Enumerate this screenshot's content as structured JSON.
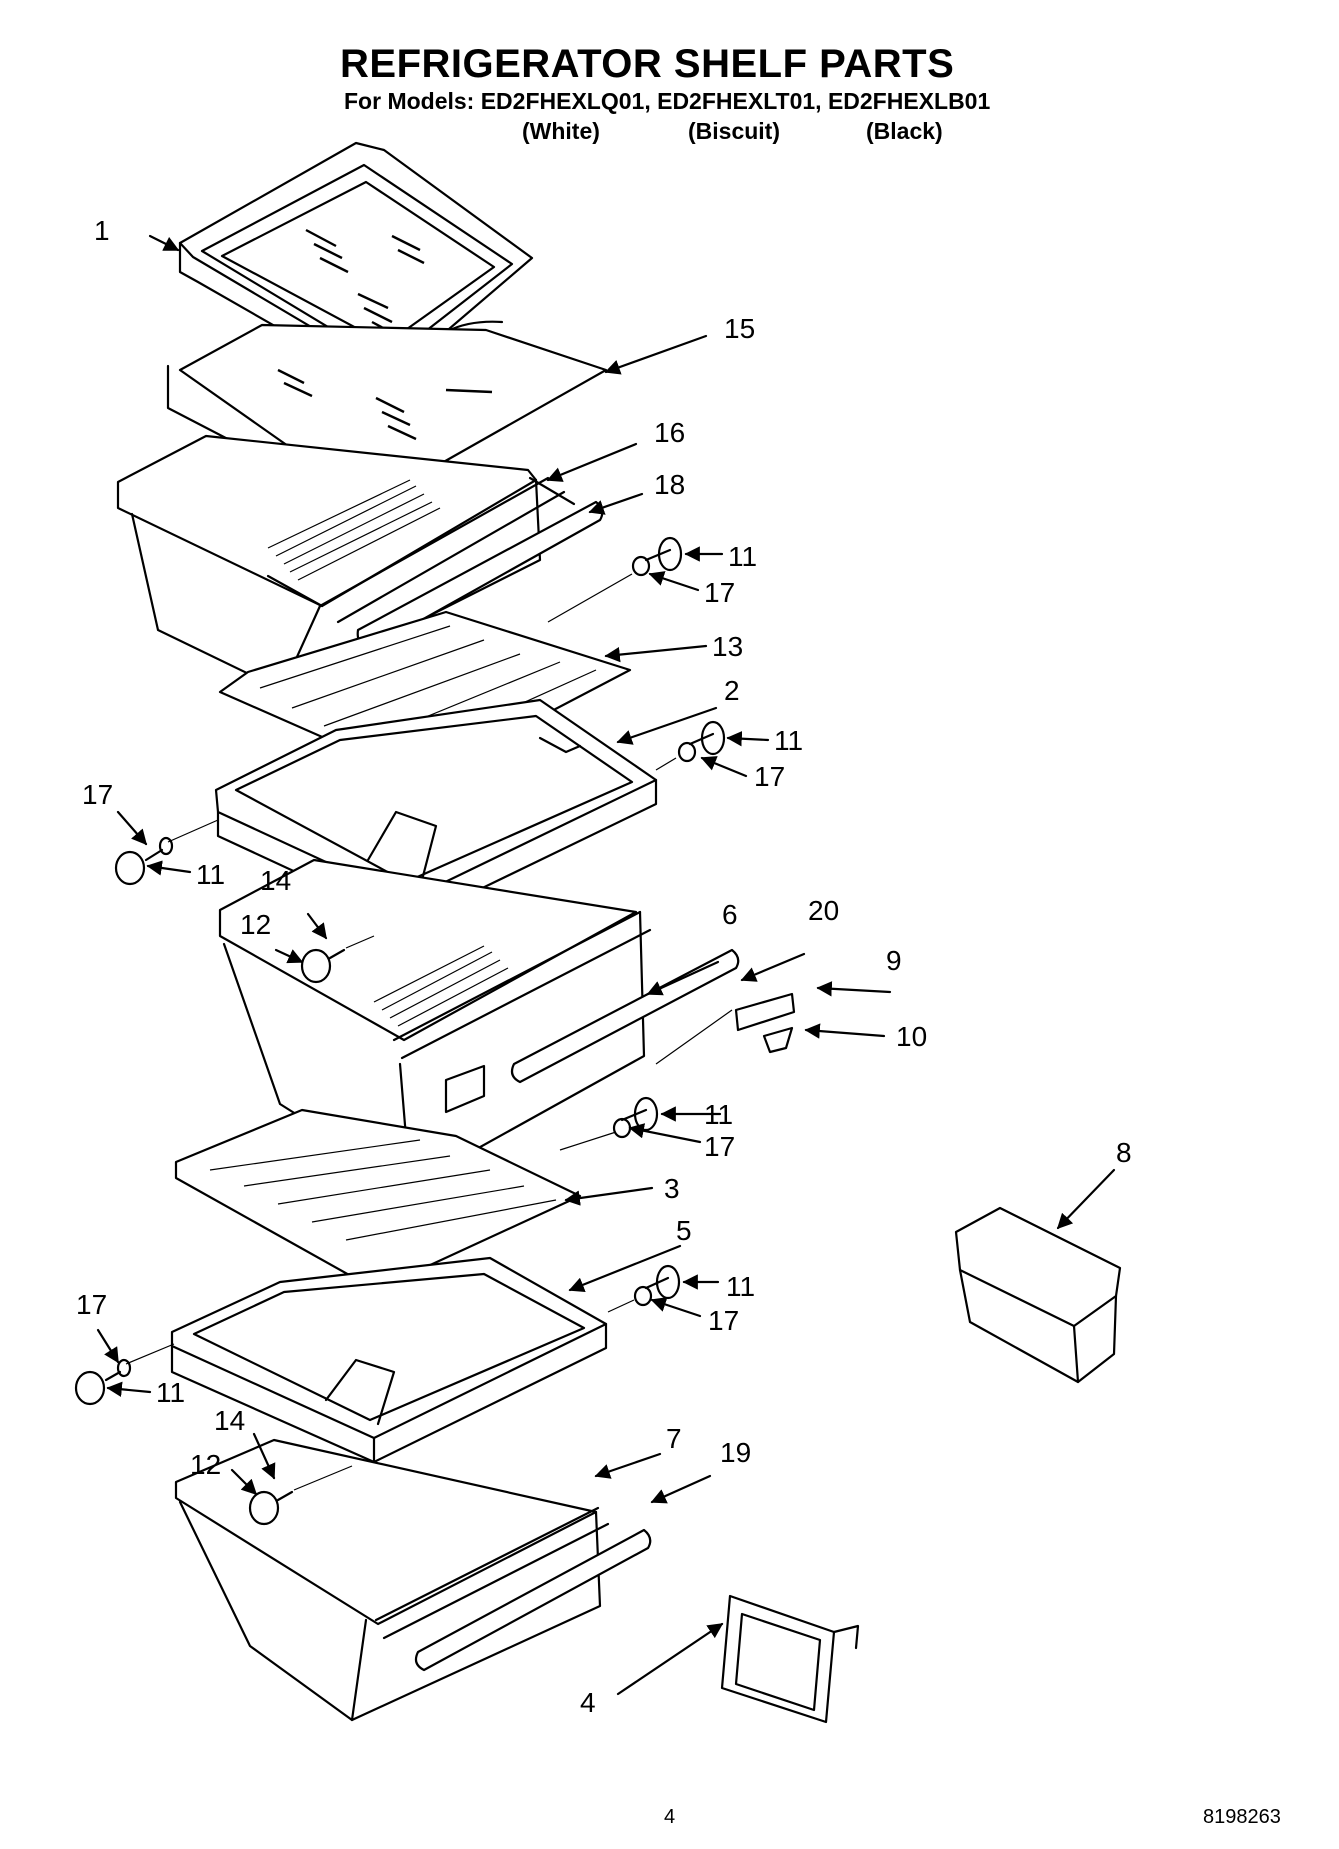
{
  "header": {
    "title": "REFRIGERATOR SHELF PARTS",
    "models_line": "For Models: ED2FHEXLQ01, ED2FHEXLT01, ED2FHEXLB01",
    "variants": [
      "(White)",
      "(Biscuit)",
      "(Black)"
    ]
  },
  "callouts": {
    "c1": "1",
    "c15": "15",
    "c16": "16",
    "c18": "18",
    "c11a": "11",
    "c17a": "17",
    "c13": "13",
    "c2": "2",
    "c11b": "11",
    "c17b": "17",
    "c17c": "17",
    "c11c": "11",
    "c14a": "14",
    "c12a": "12",
    "c6": "6",
    "c20": "20",
    "c9": "9",
    "c10": "10",
    "c11d": "11",
    "c17d": "17",
    "c8": "8",
    "c3": "3",
    "c5": "5",
    "c11e": "11",
    "c17e": "17",
    "c17f": "17",
    "c11f": "11",
    "c14b": "14",
    "c12b": "12",
    "c7": "7",
    "c19": "19",
    "c4": "4"
  },
  "footer": {
    "page_number": "4",
    "document_number": "8198263"
  }
}
